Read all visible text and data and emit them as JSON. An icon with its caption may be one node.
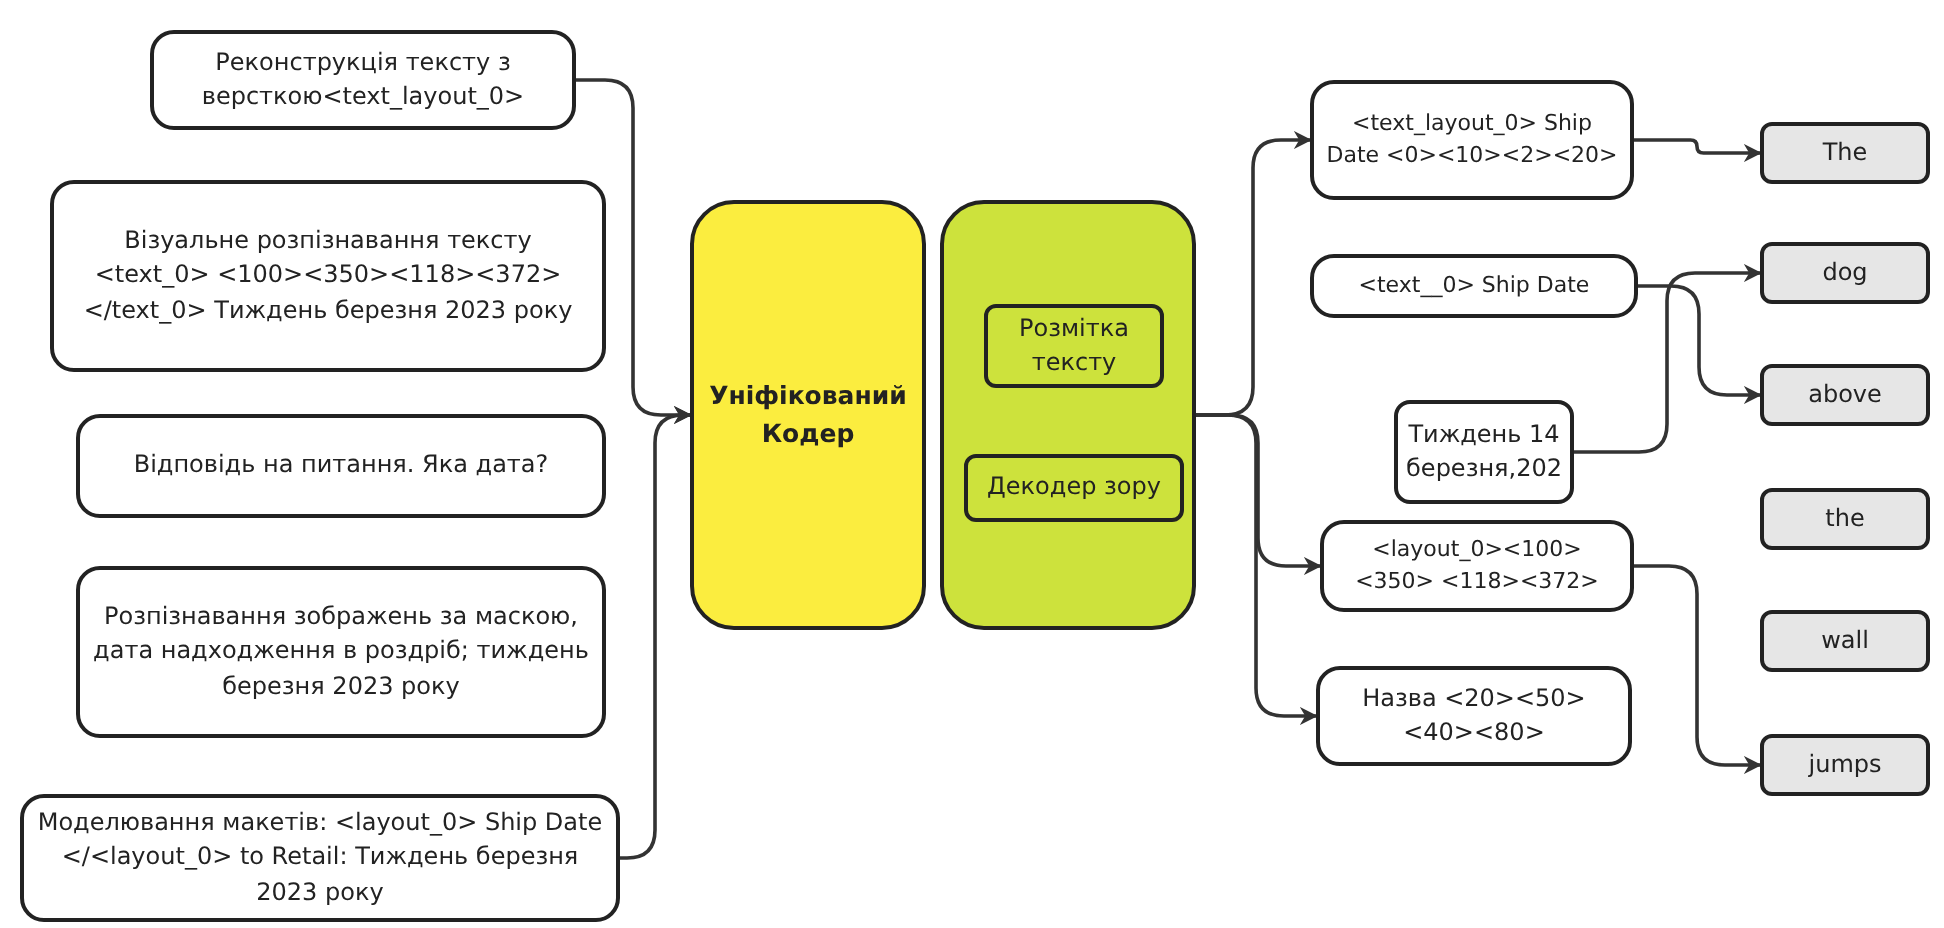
{
  "diagram": {
    "nodes": [
      {
        "text": [
          "Реконструкція тексту з версткою<text_layout_0>"
        ]
      },
      {
        "text": [
          "Візуальне розпізнавання тексту <text_0> <100><350><118><372> </text_0> Тиждень березня 2023 року"
        ]
      },
      {
        "text": [
          "Відповідь на питання. Яка дата?"
        ]
      },
      {
        "text": [
          "Розпізнавання зображень за маскою, дата надходження в роздріб; тиждень березня 2023 року"
        ]
      },
      {
        "text": [
          "Моделювання макетів: <layout_0> Ship Date </<layout_0> to Retail: Тиждень березня 2023 року"
        ]
      },
      {
        "text": [
          "Уніфікований Кодер"
        ]
      },
      {
        "text": [],
        "shape": "box"
      },
      {
        "text": [
          "Розмітка тексту"
        ],
        "in": 6
      },
      {
        "text": [
          "Декодер зору"
        ],
        "in": 6
      },
      {
        "text": [
          "<text_layout_0> Ship Date <0><10><2><20>"
        ]
      },
      {
        "text": [
          "<text__0> Ship Date"
        ]
      },
      {
        "text": [
          "Тиждень 14 березня,202"
        ]
      },
      {
        "text": [
          "<layout_0><100><350> <118><372>"
        ]
      },
      {
        "text": [
          "Назва <20><50><40><80>"
        ]
      },
      {
        "text": [
          "The"
        ]
      },
      {
        "text": [
          "dog"
        ]
      },
      {
        "text": [
          "above"
        ]
      },
      {
        "text": [
          "the"
        ]
      },
      {
        "text": [
          "wall"
        ]
      },
      {
        "text": [
          "jumps"
        ]
      }
    ],
    "edges": [
      {
        "from": 0,
        "to": 5,
        "arrow": "to"
      },
      {
        "from": 4,
        "to": 5,
        "arrow": "to"
      },
      {
        "from": 6,
        "to": 9,
        "arrow": "to"
      },
      {
        "from": 6,
        "to": 12,
        "arrow": "to"
      },
      {
        "from": 6,
        "to": 13,
        "arrow": "to"
      },
      {
        "from": 9,
        "to": 14,
        "arrow": "to"
      },
      {
        "from": 10,
        "to": 16,
        "arrow": "to"
      },
      {
        "from": 11,
        "to": 15,
        "arrow": "to"
      },
      {
        "from": 12,
        "to": 19,
        "arrow": "to"
      }
    ]
  }
}
